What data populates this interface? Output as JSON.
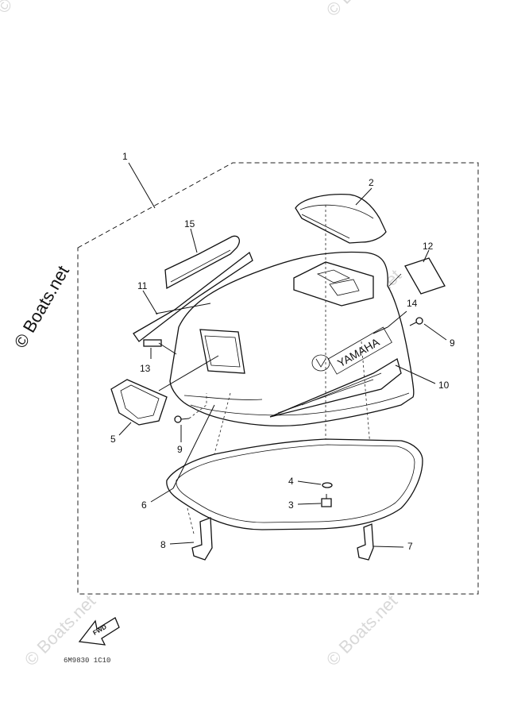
{
  "watermarks": {
    "main": "© Boats.net",
    "faded": "© Boats.net"
  },
  "callouts": [
    "1",
    "2",
    "3",
    "4",
    "5",
    "6",
    "7",
    "8",
    "9",
    "9",
    "10",
    "11",
    "12",
    "13",
    "14",
    "15"
  ],
  "brand_text": "YAMAHA",
  "fwd_label": "FWD",
  "diagram_code": "6M9830 1C10"
}
